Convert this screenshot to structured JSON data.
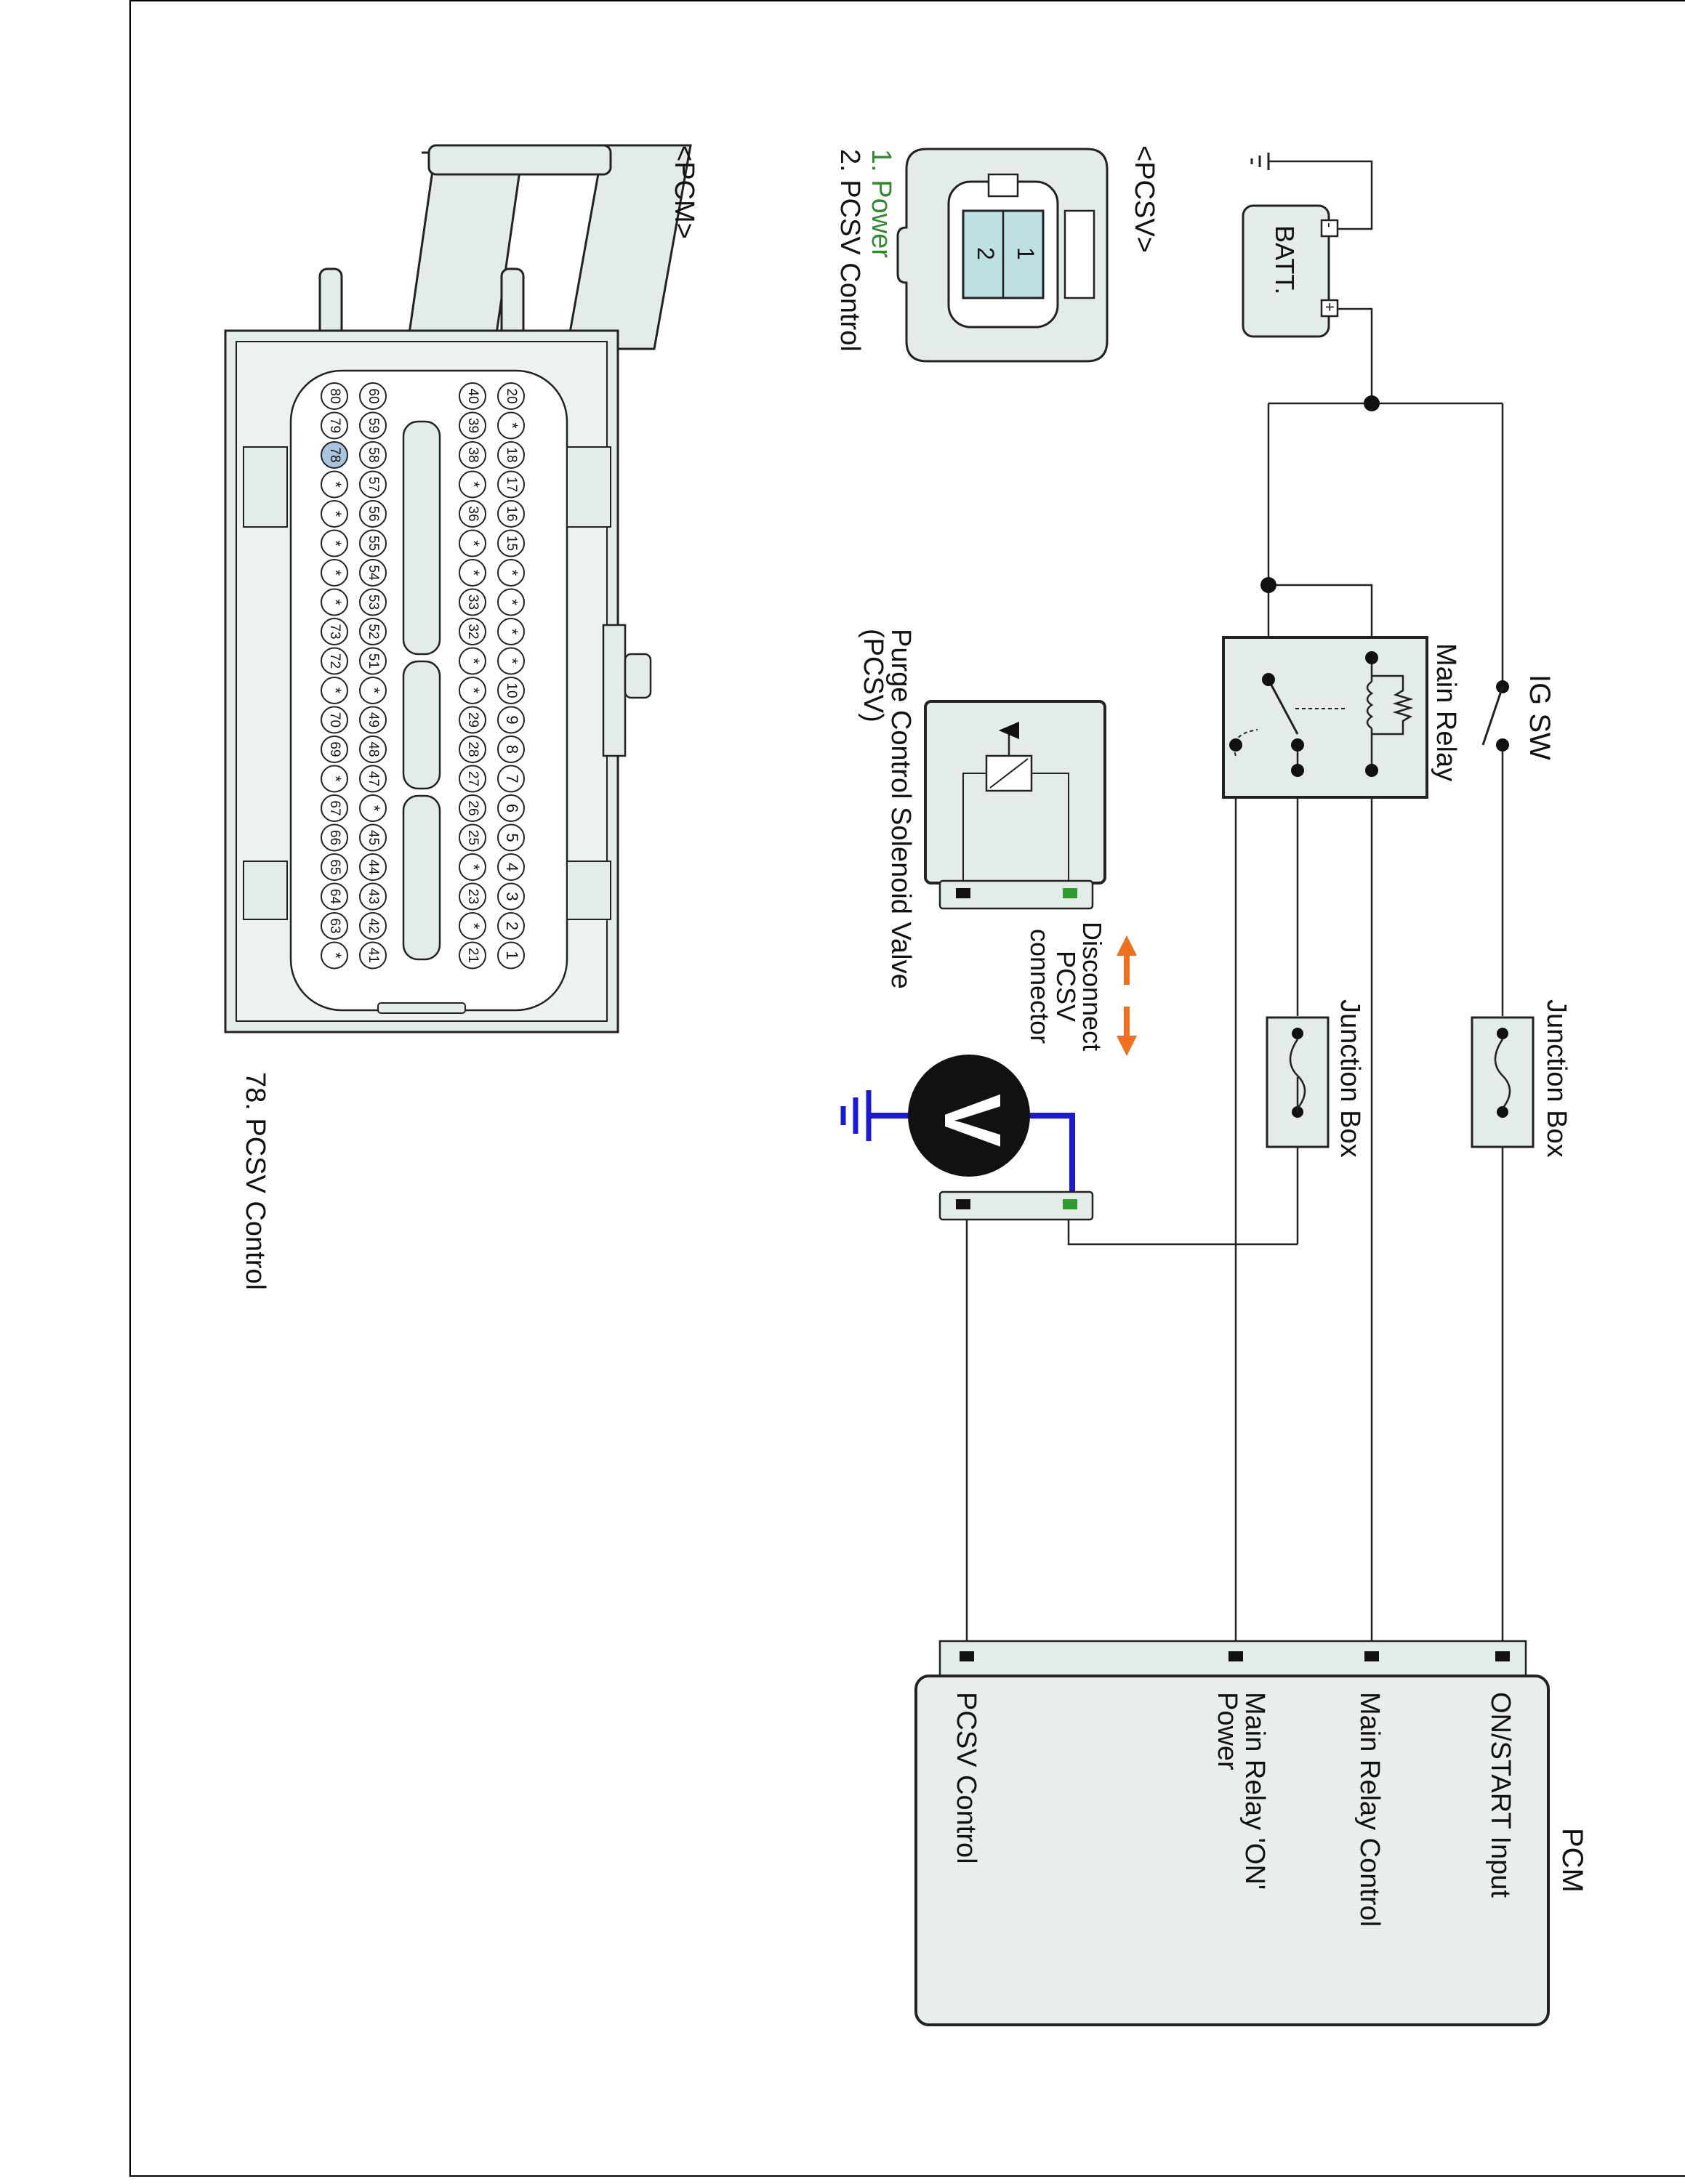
{
  "labels": {
    "batt": "BATT.",
    "batt_plus": "+",
    "batt_minus": "-",
    "ig_sw": "IG SW",
    "main_relay": "Main Relay",
    "junction_box_1": "Junction Box",
    "junction_box_2": "Junction Box",
    "disconnect": "Disconnect\nPCSV\nconnector",
    "valve": "Purge Control Solenoid Valve\n(PCSV)",
    "voltmeter": "V",
    "pcm_box_title": "PCM",
    "pcm_pin_1": "ON/START Input",
    "pcm_pin_2": "Main Relay Control",
    "pcm_pin_3": "Main Relay 'ON'\nPower",
    "pcm_pin_4": "PCSV Control"
  },
  "pcsv_connector": {
    "title": "<PCSV>",
    "pins": [
      "1. Power",
      "2. PCSV Control"
    ],
    "cells": [
      "2",
      "1"
    ]
  },
  "pcm_connector": {
    "title": "<PCM>",
    "caption": "78. PCSV Control",
    "highlighted_pin": "78",
    "rows": [
      [
        "20",
        "*",
        "18",
        "17",
        "16",
        "15",
        "*",
        "*",
        "*",
        "*",
        "10",
        "9",
        "8",
        "7",
        "6",
        "5",
        "4",
        "3",
        "2",
        "1"
      ],
      [
        "40",
        "39",
        "38",
        "*",
        "36",
        "*",
        "*",
        "33",
        "32",
        "*",
        "*",
        "29",
        "28",
        "27",
        "26",
        "25",
        "*",
        "23",
        "*",
        "21"
      ],
      [
        "60",
        "59",
        "58",
        "57",
        "56",
        "55",
        "54",
        "53",
        "52",
        "51",
        "*",
        "49",
        "48",
        "47",
        "*",
        "45",
        "44",
        "43",
        "42",
        "41"
      ],
      [
        "80",
        "79",
        "78",
        "*",
        "*",
        "*",
        "*",
        "*",
        "73",
        "72",
        "*",
        "70",
        "69",
        "*",
        "67",
        "66",
        "65",
        "64",
        "63",
        "*"
      ]
    ]
  },
  "colors": {
    "power_label": "#2e8b2e",
    "voltmeter_wire": "#1a1ad6",
    "arrow": "#f07020",
    "connector_fill": "#e4ece8",
    "pin_highlight": "#a9c4dd",
    "pcm_box_fill": "#e9eeeb"
  }
}
